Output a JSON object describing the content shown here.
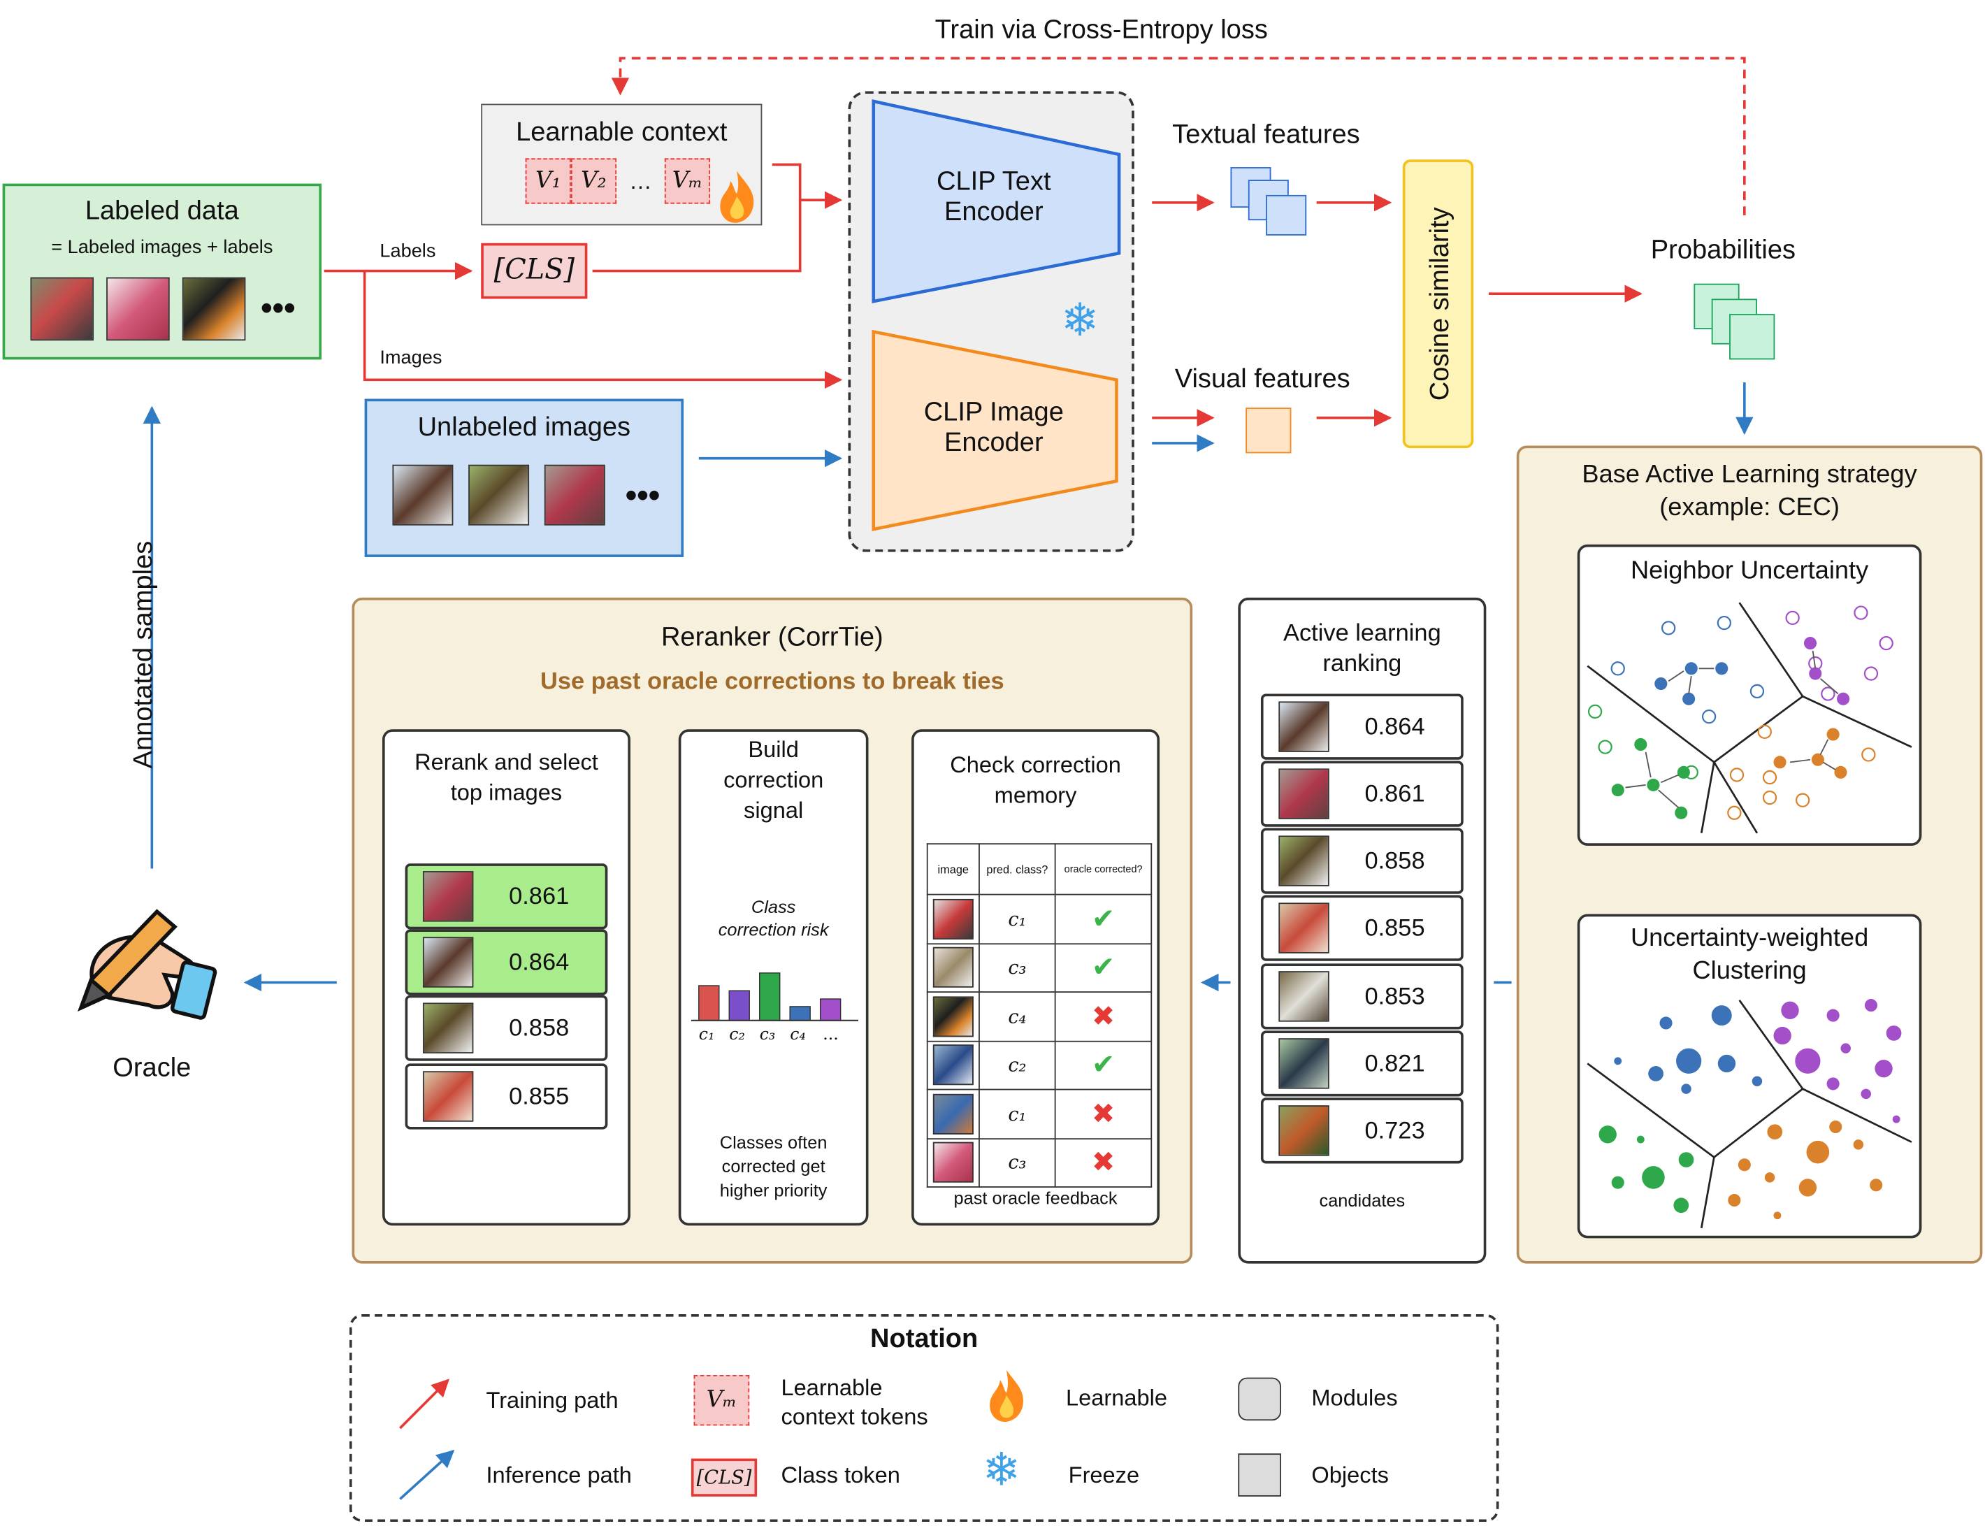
{
  "title_top": "Train via Cross-Entropy loss",
  "labeled_data": {
    "title": "Labeled data",
    "subtitle": "= Labeled images + labels"
  },
  "learnable_context": {
    "title": "Learnable context",
    "tokens": [
      "V₁",
      "V₂",
      "…",
      "Vₘ"
    ]
  },
  "cls_token": "[CLS]",
  "edge_labels": {
    "labels": "Labels",
    "images": "Images"
  },
  "unlabeled_images": {
    "title": "Unlabeled images"
  },
  "clip_text_encoder": "CLIP Text Encoder",
  "clip_image_encoder": "CLIP Image Encoder",
  "textual_features": "Textual features",
  "visual_features": "Visual features",
  "cosine_similarity": "Cosine similarity",
  "probabilities": "Probabilities",
  "base_al": {
    "title_line1": "Base Active Learning strategy",
    "title_line2": "(example: CEC)",
    "neighbor_uncertainty": "Neighbor Uncertainty",
    "uwc_line1": "Uncertainty-weighted",
    "uwc_line2": "Clustering"
  },
  "annotated_samples": "Annotated samples",
  "oracle": "Oracle",
  "reranker": {
    "title": "Reranker (CorrTie)",
    "subtitle": "Use past oracle corrections to break ties",
    "rerank_title_1": "Rerank and select",
    "rerank_title_2": "top images",
    "rerank_scores": [
      "0.861",
      "0.864",
      "0.858",
      "0.855"
    ],
    "build_title_1": "Build",
    "build_title_2": "correction",
    "build_title_3": "signal",
    "class_risk_1": "Class",
    "class_risk_2": "correction risk",
    "bar_labels": [
      "c₁",
      "c₂",
      "c₃",
      "c₄",
      "..."
    ],
    "bar_colors": [
      "#d9534f",
      "#7b4fc9",
      "#2ea84a",
      "#3c72b8",
      "#a24fc9"
    ],
    "bar_values": [
      0.55,
      0.47,
      0.75,
      0.22,
      0.34
    ],
    "build_note_1": "Classes often",
    "build_note_2": "corrected get",
    "build_note_3": "higher priority",
    "check_title_1": "Check correction",
    "check_title_2": "memory",
    "memory_headers": [
      "image",
      "pred. class?",
      "oracle corrected?"
    ],
    "memory_rows": [
      {
        "pred": "c₁",
        "mark": "✔"
      },
      {
        "pred": "c₃",
        "mark": "✔"
      },
      {
        "pred": "c₄",
        "mark": "✖"
      },
      {
        "pred": "c₂",
        "mark": "✔"
      },
      {
        "pred": "c₁",
        "mark": "✖"
      },
      {
        "pred": "c₃",
        "mark": "✖"
      }
    ],
    "memory_caption": "past oracle feedback"
  },
  "al_ranking": {
    "title_1": "Active learning",
    "title_2": "ranking",
    "scores": [
      "0.864",
      "0.861",
      "0.858",
      "0.855",
      "0.853",
      "0.821",
      "0.723"
    ],
    "caption": "candidates"
  },
  "notation": {
    "title": "Notation",
    "training_path": "Training path",
    "inference_path": "Inference path",
    "learnable_ctx_1": "Learnable",
    "learnable_ctx_2": "context tokens",
    "vm_token": "Vₘ",
    "cls_token": "[CLS]",
    "class_token": "Class token",
    "learnable": "Learnable",
    "freeze": "Freeze",
    "modules": "Modules",
    "objects": "Objects"
  },
  "colors": {
    "train": "#e53935",
    "infer": "#2f7bc4",
    "green": "#2ea84a",
    "panel": "#f7f0dc",
    "panel_border": "#b58c5c"
  }
}
